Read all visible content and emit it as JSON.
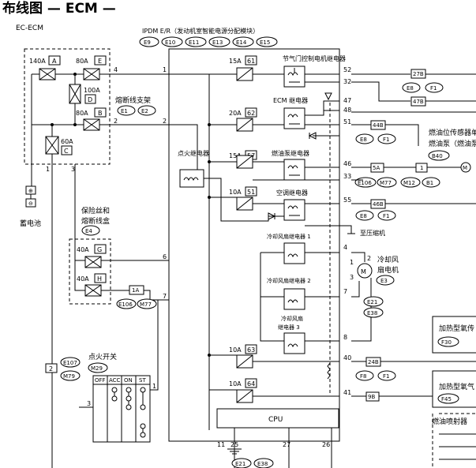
{
  "header": {
    "title": "布线图 — ECM —",
    "code": "EC-ECM"
  },
  "battery": {
    "label": "蓄电池"
  },
  "fuse_block": {
    "label_line1": "熔断线支架",
    "conn_left": "E1",
    "conn_right": "E2",
    "fuses": [
      {
        "amp": "140A",
        "code": "A"
      },
      {
        "amp": "80A",
        "code": "E"
      },
      {
        "amp": "100A",
        "code": "D"
      },
      {
        "amp": "80A",
        "code": "B"
      },
      {
        "amp": "60A",
        "code": "C"
      }
    ],
    "pins": [
      "4",
      "2",
      "1",
      "3"
    ]
  },
  "fuse_box2": {
    "label_line1": "保险丝和",
    "label_line2": "熔断线盒",
    "conn": "E4",
    "fuses": [
      {
        "amp": "40A",
        "code": "G"
      },
      {
        "amp": "40A",
        "code": "H"
      }
    ],
    "conn_1a": "1A",
    "conn_e106": "E106",
    "conn_m77": "M77"
  },
  "ipdm": {
    "title": "IPDM E/R（发动机室智能电源分配模块）",
    "connectors": [
      "E9",
      "E10",
      "E11",
      "E13",
      "E14",
      "E15"
    ],
    "relays": [
      "节气门控制电机继电器",
      "ECM 继电器",
      "点火继电器",
      "燃油泵继电器",
      "空调继电器",
      "冷却风扇继电器 1",
      "冷却风扇继电器 2",
      "冷却风扇",
      "继电器 3"
    ],
    "fuses": [
      {
        "amp": "15A",
        "code": "61"
      },
      {
        "amp": "20A",
        "code": "62"
      },
      {
        "amp": "15A",
        "code": "57"
      },
      {
        "amp": "10A",
        "code": "51"
      },
      {
        "amp": "10A",
        "code": "63"
      },
      {
        "amp": "10A",
        "code": "64"
      }
    ],
    "left_pins": [
      "1",
      "2",
      "6",
      "7",
      "11"
    ],
    "right_pins": [
      "52",
      "32",
      "47",
      "48",
      "51",
      "46",
      "33",
      "55",
      "4",
      "7",
      "8",
      "40",
      "41"
    ],
    "cpu": "CPU",
    "cpu_pins": [
      "25",
      "27",
      "26"
    ],
    "ground_conn_1": "E21",
    "ground_conn_2": "E38"
  },
  "ignition_switch": {
    "label": "点火开关",
    "conn1": "E107",
    "conn2": "M29",
    "conn3": "M79",
    "conn_2": "2",
    "headers": [
      "OFF",
      "ACC",
      "ON",
      "ST"
    ],
    "pins": [
      "1",
      "3"
    ]
  },
  "right_side": {
    "conn_27b": "27B",
    "conn_47b": "47B",
    "conn_e8": "E8",
    "conn_f1": "F1",
    "conn_44b": "44B",
    "conn_5a": "5A",
    "conn_1": "1",
    "conn_e106": "E106",
    "conn_m77": "M77",
    "conn_m12": "M12",
    "conn_b1": "B1",
    "conn_46b": "46B",
    "conn_24b": "24B",
    "conn_9b": "9B",
    "fuel_sensor_line1": "燃油位传感器单",
    "fuel_sensor_line2": "燃油泵（燃油泵",
    "conn_b40": "B40",
    "compressor": "至压缩机",
    "fan_motor_line1": "冷却风",
    "fan_motor_line2": "扇电机",
    "conn_e3": "E3",
    "heater1": "加热型氧传",
    "conn_f30": "F30",
    "heater2": "加热型氧气",
    "conn_f45": "F45",
    "injector": "燃油喷射器",
    "fan_pins": [
      "1",
      "2",
      "3"
    ]
  }
}
